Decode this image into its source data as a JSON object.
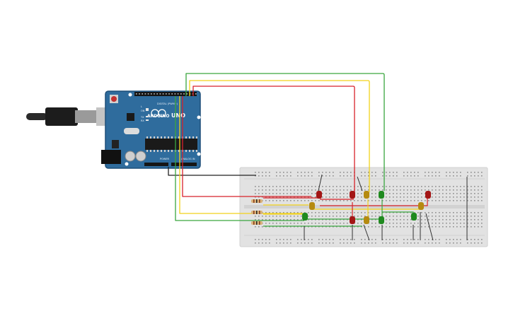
{
  "board": {
    "brand_label": "ARDUINO",
    "model_label": "UNO",
    "digital_label": "DIGITAL (PWM~)",
    "power_label": "POWER",
    "analog_label": "ANALOG IN",
    "on_label": "ON",
    "tx_label": "TX",
    "rx_label": "RX",
    "l_label": "L"
  },
  "colors": {
    "board": "#2f6c9d",
    "board_edge": "#1f4f78",
    "breadboard": "#e2e2e2",
    "wire_red": "#d8222a",
    "wire_yellow": "#f2d21b",
    "wire_green": "#3aa63f",
    "wire_black": "#222222",
    "led_red": "#a31515",
    "led_yellow": "#b58a10",
    "led_green": "#1f8a1f"
  }
}
